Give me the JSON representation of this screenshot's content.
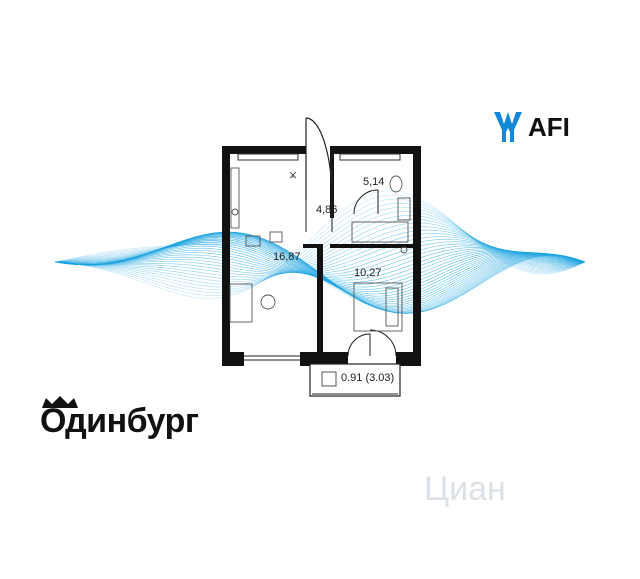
{
  "rooms": [
    {
      "id": "kitchen",
      "area": "16,87"
    },
    {
      "id": "hall",
      "area": "4,86"
    },
    {
      "id": "bath",
      "area": "5,14"
    },
    {
      "id": "bedroom",
      "area": "10,27"
    },
    {
      "id": "balcony",
      "area": "0.91 (3.03)"
    }
  ],
  "brand": {
    "name": "Одинбург",
    "partner": "AFI",
    "watermark": "Циан"
  },
  "colors": {
    "wall": "#111111",
    "wave": "#1aa3e0",
    "afi": "#1188d8",
    "fixture": "#555555"
  }
}
